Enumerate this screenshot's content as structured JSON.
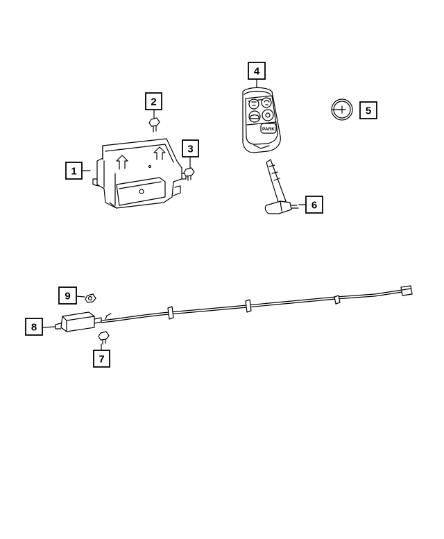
{
  "callouts": [
    {
      "id": "1",
      "label": "1"
    },
    {
      "id": "2",
      "label": "2"
    },
    {
      "id": "3",
      "label": "3"
    },
    {
      "id": "4",
      "label": "4"
    },
    {
      "id": "5",
      "label": "5"
    },
    {
      "id": "6",
      "label": "6"
    },
    {
      "id": "7",
      "label": "7"
    },
    {
      "id": "8",
      "label": "8"
    },
    {
      "id": "9",
      "label": "9"
    }
  ],
  "fob": {
    "park_label": "PARK"
  },
  "colors": {
    "line": "#000000",
    "background": "#ffffff",
    "fill": "#ffffff",
    "button": "#d9d9d9"
  }
}
